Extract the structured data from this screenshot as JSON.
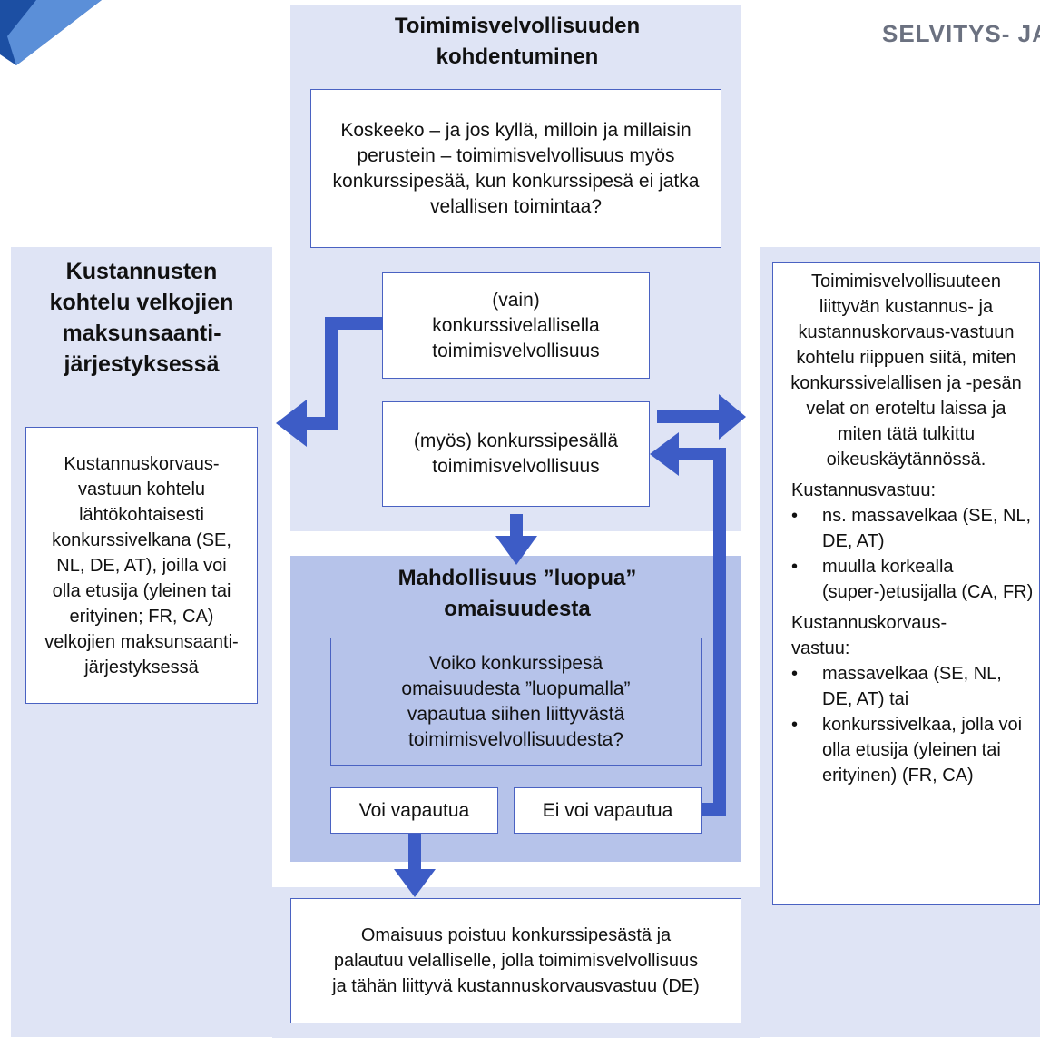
{
  "header": {
    "text": "SELVITYS- JA"
  },
  "top_panel": {
    "title": "Toimimisvelvollisuuden kohdentuminen",
    "question": "Koskeeko – ja jos kyllä, milloin ja millaisin perustein – toimimisvelvollisuus myös konkurssipesää, kun konkurssipesä ei jatka velallisen toimintaa?",
    "option_only": "(vain) konkurssivelallisella toimimisvelvollisuus",
    "option_also": "(myös) konkurssipesällä toimimisvelvollisuus"
  },
  "left_panel": {
    "title": "Kustannusten kohtelu velkojien maksunsaanti-järjestyksessä",
    "text": "Kustannuskorvaus-vastuun kohtelu lähtökohtaisesti konkurssivelkana (SE, NL, DE, AT), joilla voi olla etusija (yleinen tai erityinen; FR, CA) velkojien maksunsaanti-järjestyksessä"
  },
  "middle_panel": {
    "title": "Mahdollisuus ”luopua” omaisuudesta",
    "question": "Voiko konkurssipesä omaisuudesta ”luopumalla” vapautua siihen liittyvästä toimimisvelvollisuudesta?",
    "yes_label": "Voi vapautua",
    "no_label": "Ei voi vapautua"
  },
  "bottom_box": {
    "text": "Omaisuus poistuu konkurssipesästä ja palautuu velalliselle, jolla toimimisvelvollisuus ja tähän liittyvä kustannuskorvausvastuu (DE)"
  },
  "right_panel": {
    "intro": "Toimimisvelvollisuuteen liittyvän kustannus- ja kustannuskorvaus-vastuun kohtelu riippuen siitä, miten konkurssivelallisen ja -pesän velat on eroteltu laissa ja miten tätä tulkittu oikeuskäytännössä.",
    "section1_title": "Kustannusvastuu:",
    "section1_items": [
      "ns. massavelkaa (SE, NL, DE, AT)",
      "muulla korkealla (super-)etusijalla (CA, FR)"
    ],
    "section2_title": "Kustannuskorvaus-vastuu:",
    "section2_items": [
      "massavelkaa (SE, NL, DE, AT) tai",
      "konkurssivelkaa, jolla voi olla etusija (yleinen tai erityinen) (FR, CA)"
    ]
  },
  "colors": {
    "arrow": "#3d5cc6",
    "panel_light": "#dfe4f5",
    "panel_mid": "#b6c3ea",
    "border": "#4a62c2",
    "logo_dark": "#1c4fa3",
    "logo_light": "#5b8fd8"
  }
}
